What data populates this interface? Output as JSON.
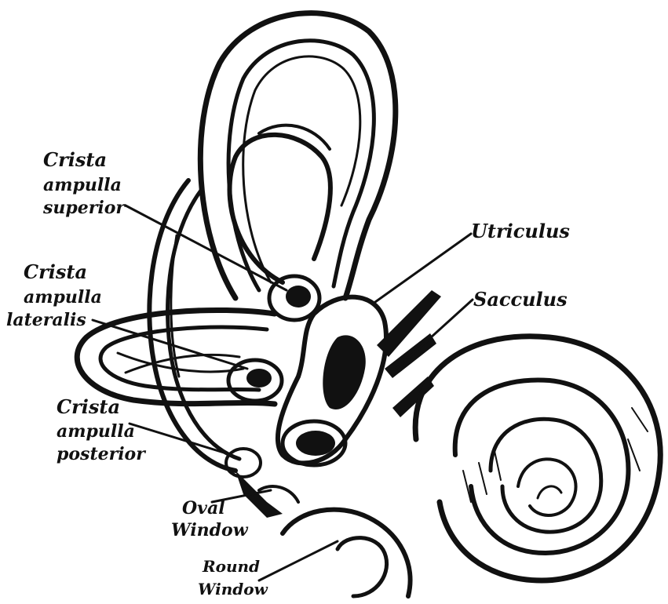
{
  "diagram": {
    "labels": {
      "crista_superior": [
        "Crista",
        "ampulla",
        "superior"
      ],
      "crista_lateralis": [
        "Crista",
        "ampulla",
        "lateralis"
      ],
      "crista_posterior": [
        "Crista",
        "ampulla",
        "posterior"
      ],
      "utriculus": [
        "Utriculus"
      ],
      "sacculus": [
        "Sacculus"
      ],
      "oval_window": [
        "Oval",
        "Window"
      ],
      "round_window": [
        "Round",
        "Window"
      ]
    },
    "colors": {
      "ink": "#111111",
      "paper": "#ffffff"
    }
  }
}
